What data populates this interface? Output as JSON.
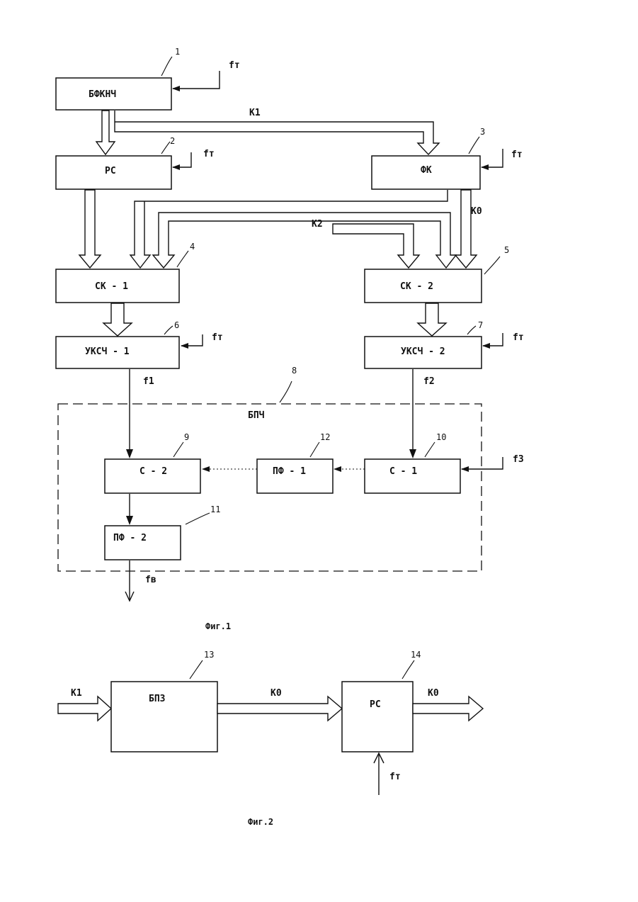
{
  "fig1": {
    "blocks": {
      "b1": {
        "label": "БФКНЧ",
        "num": "1"
      },
      "b2": {
        "label": "РС",
        "num": "2"
      },
      "b3": {
        "label": "ФК",
        "num": "3"
      },
      "b4": {
        "label": "СК - 1",
        "num": "4"
      },
      "b5": {
        "label": "СК - 2",
        "num": "5"
      },
      "b6": {
        "label": "УКСЧ - 1",
        "num": "6"
      },
      "b7": {
        "label": "УКСЧ - 2",
        "num": "7"
      },
      "b9": {
        "label": "С - 2",
        "num": "9"
      },
      "b10": {
        "label": "С - 1",
        "num": "10"
      },
      "b11": {
        "label": "ПФ - 2",
        "num": "11"
      },
      "b12": {
        "label": "ПФ - 1",
        "num": "12"
      }
    },
    "group": {
      "label": "БПЧ",
      "num": "8"
    },
    "signals": {
      "ft": "fт",
      "k1": "К1",
      "k0": "К0",
      "k2": "К2",
      "f1": "f1",
      "f2": "f2",
      "f3": "f3",
      "fv": "fв"
    },
    "caption": "Фиг.1"
  },
  "fig2": {
    "blocks": {
      "b13": {
        "label": "БПЗ",
        "num": "13"
      },
      "b14": {
        "label": "РС",
        "num": "14"
      }
    },
    "signals": {
      "k1": "К1",
      "k0_mid": "К0",
      "k0_out": "К0",
      "ft": "fт"
    },
    "caption": "Фиг.2"
  }
}
